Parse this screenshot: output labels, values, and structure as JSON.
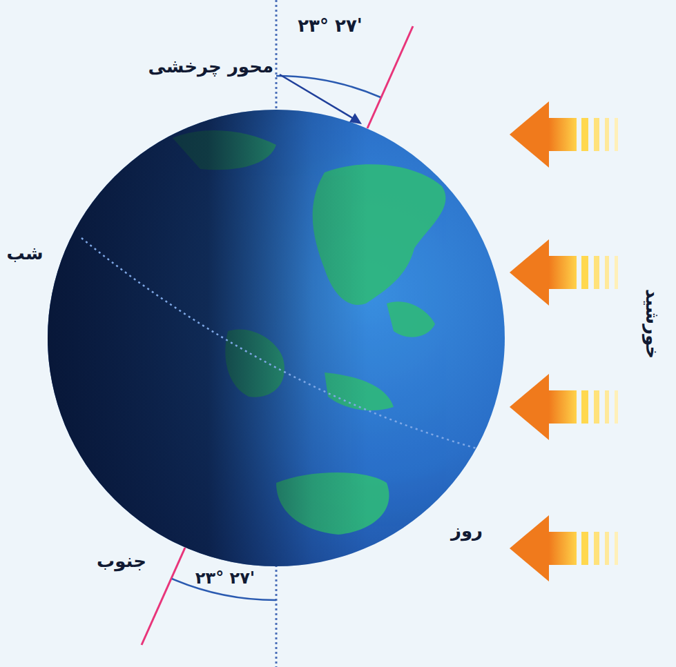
{
  "diagram": {
    "labels": [
      "محور چرخشی",
      "۲۳° ۲۷'",
      "شب",
      "خورشید",
      "روز",
      "جنوب",
      "۲۳° ۲۷'"
    ]
  }
}
